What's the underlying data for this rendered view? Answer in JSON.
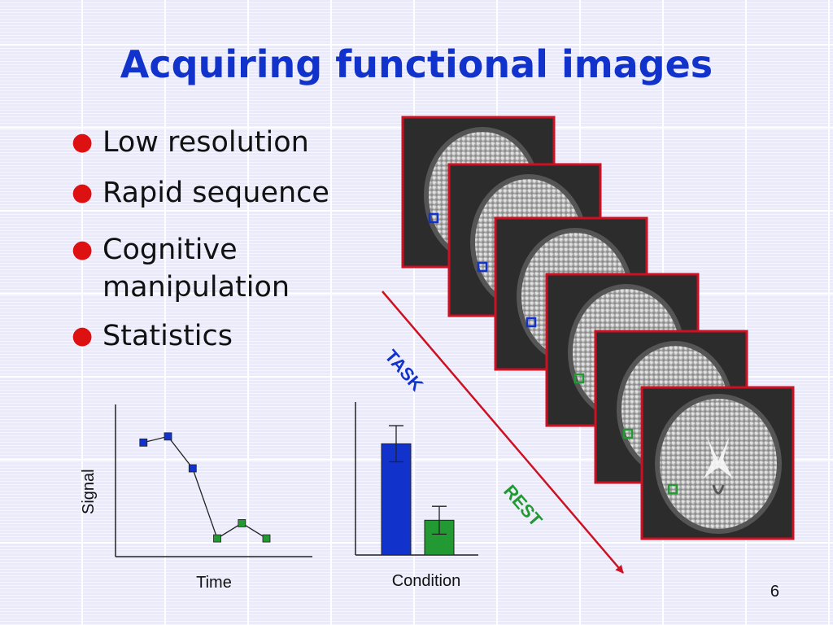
{
  "slide": {
    "title": "Acquiring functional images",
    "page_number": "6"
  },
  "bullets": [
    "Low resolution",
    "Rapid sequence",
    "Cognitive manipulation",
    "Statistics"
  ],
  "diagram": {
    "arrow_labels": {
      "task": "TASK",
      "rest": "REST"
    },
    "scan_frames": 6,
    "task_color": "#1133cc",
    "rest_color": "#229933",
    "frame_border_color": "#cc1122"
  },
  "chart_data": [
    {
      "type": "line",
      "xlabel": "Time",
      "ylabel": "Signal",
      "x": [
        1,
        2,
        3,
        4,
        5,
        6
      ],
      "y": [
        7.5,
        7.9,
        5.8,
        1.2,
        2.2,
        1.2
      ],
      "point_conditions": [
        "task",
        "task",
        "task",
        "rest",
        "rest",
        "rest"
      ],
      "ylim": [
        0,
        10
      ],
      "xlim": [
        0,
        8
      ]
    },
    {
      "type": "bar",
      "xlabel": "Condition",
      "categories": [
        "task",
        "rest"
      ],
      "values": [
        8,
        2.5
      ],
      "error": [
        1.3,
        1
      ],
      "ylim": [
        0,
        11
      ]
    }
  ]
}
